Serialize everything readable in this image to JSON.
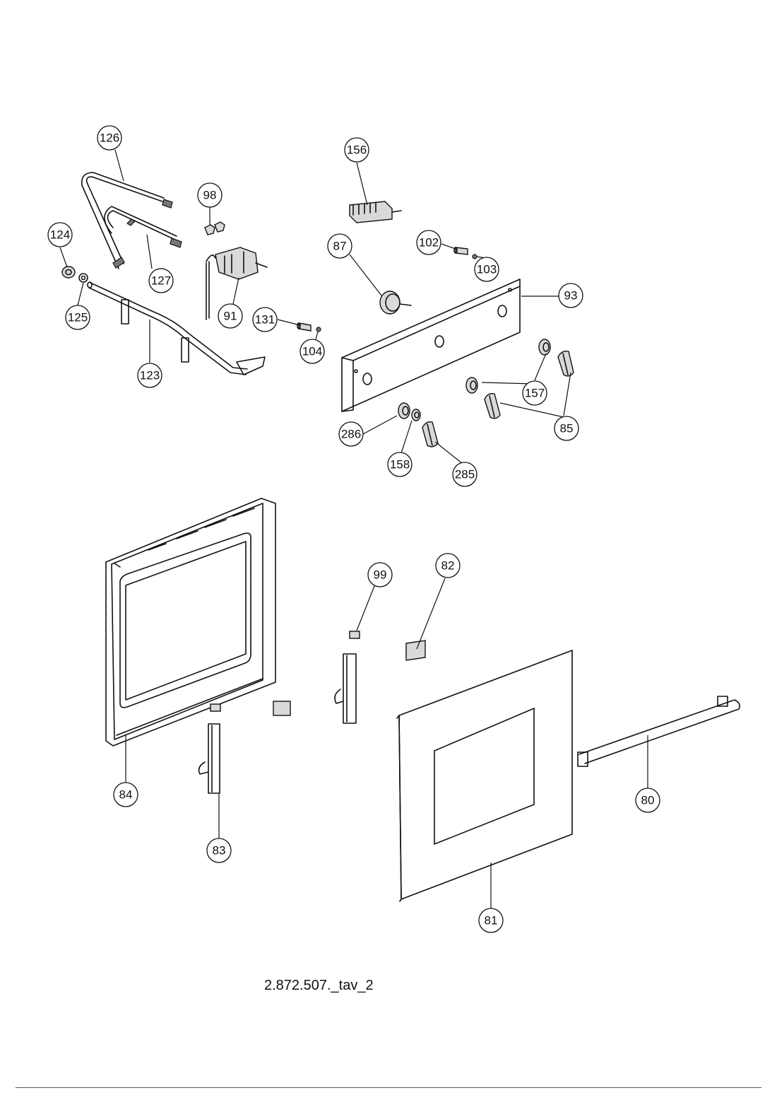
{
  "drawing_code": "2.872.507._tav_2",
  "callouts": [
    {
      "id": "c126",
      "label": "126"
    },
    {
      "id": "c127",
      "label": "127"
    },
    {
      "id": "c124",
      "label": "124"
    },
    {
      "id": "c125",
      "label": "125"
    },
    {
      "id": "c123",
      "label": "123"
    },
    {
      "id": "c98",
      "label": "98"
    },
    {
      "id": "c91",
      "label": "91"
    },
    {
      "id": "c131",
      "label": "131"
    },
    {
      "id": "c104",
      "label": "104"
    },
    {
      "id": "c156",
      "label": "156"
    },
    {
      "id": "c87",
      "label": "87"
    },
    {
      "id": "c102",
      "label": "102"
    },
    {
      "id": "c103",
      "label": "103"
    },
    {
      "id": "c93",
      "label": "93"
    },
    {
      "id": "c157",
      "label": "157"
    },
    {
      "id": "c85",
      "label": "85"
    },
    {
      "id": "c286",
      "label": "286"
    },
    {
      "id": "c158",
      "label": "158"
    },
    {
      "id": "c285",
      "label": "285"
    },
    {
      "id": "c99",
      "label": "99"
    },
    {
      "id": "c82",
      "label": "82"
    },
    {
      "id": "c84",
      "label": "84"
    },
    {
      "id": "c83",
      "label": "83"
    },
    {
      "id": "c81",
      "label": "81"
    },
    {
      "id": "c80",
      "label": "80"
    }
  ]
}
